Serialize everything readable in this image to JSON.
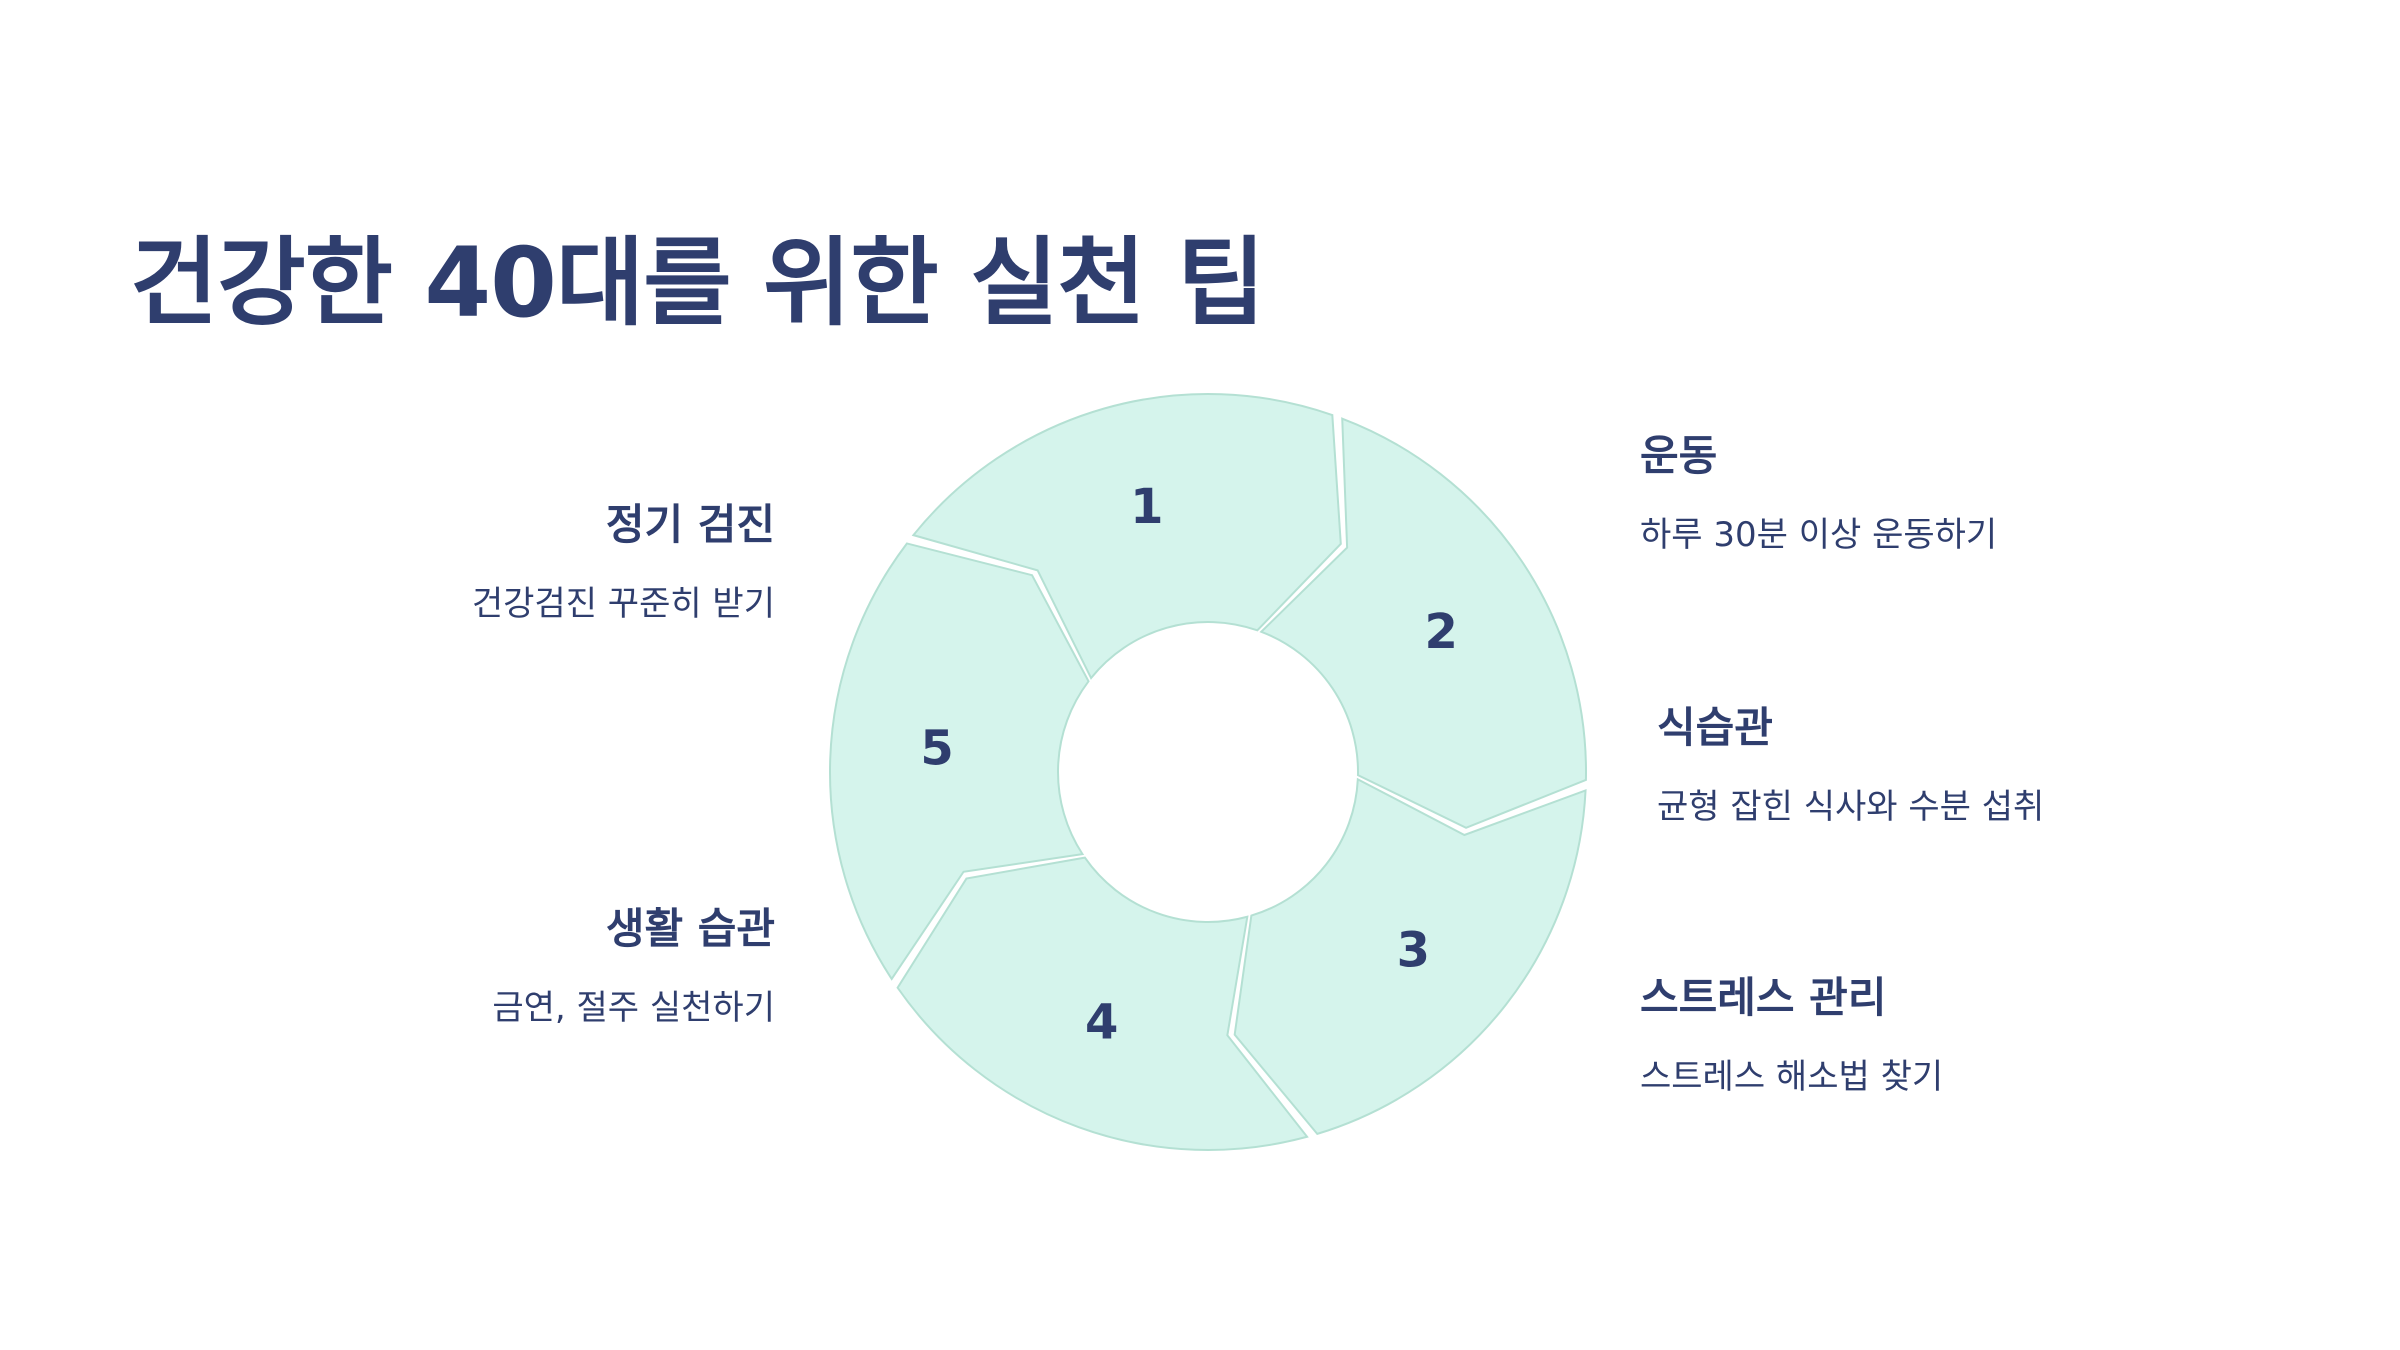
{
  "title": "건강한 40대를 위한 실천 팁",
  "colors": {
    "accent_text": "#2f3e6e",
    "segment_fill": "#d5f4ec",
    "segment_stroke": "#b4e0d3",
    "background": "#ffffff"
  },
  "steps": [
    {
      "number": "1",
      "heading": "정기 검진",
      "description": "건강검진 꾸준히 받기"
    },
    {
      "number": "2",
      "heading": "운동",
      "description": "하루 30분 이상 운동하기"
    },
    {
      "number": "3",
      "heading": "식습관",
      "description": "균형 잡힌 식사와 수분 섭취"
    },
    {
      "number": "4",
      "heading": "스트레스 관리",
      "description": "스트레스 해소법 찾기"
    },
    {
      "number": "5",
      "heading": "생활 습관",
      "description": "금연, 절주 실천하기"
    }
  ]
}
